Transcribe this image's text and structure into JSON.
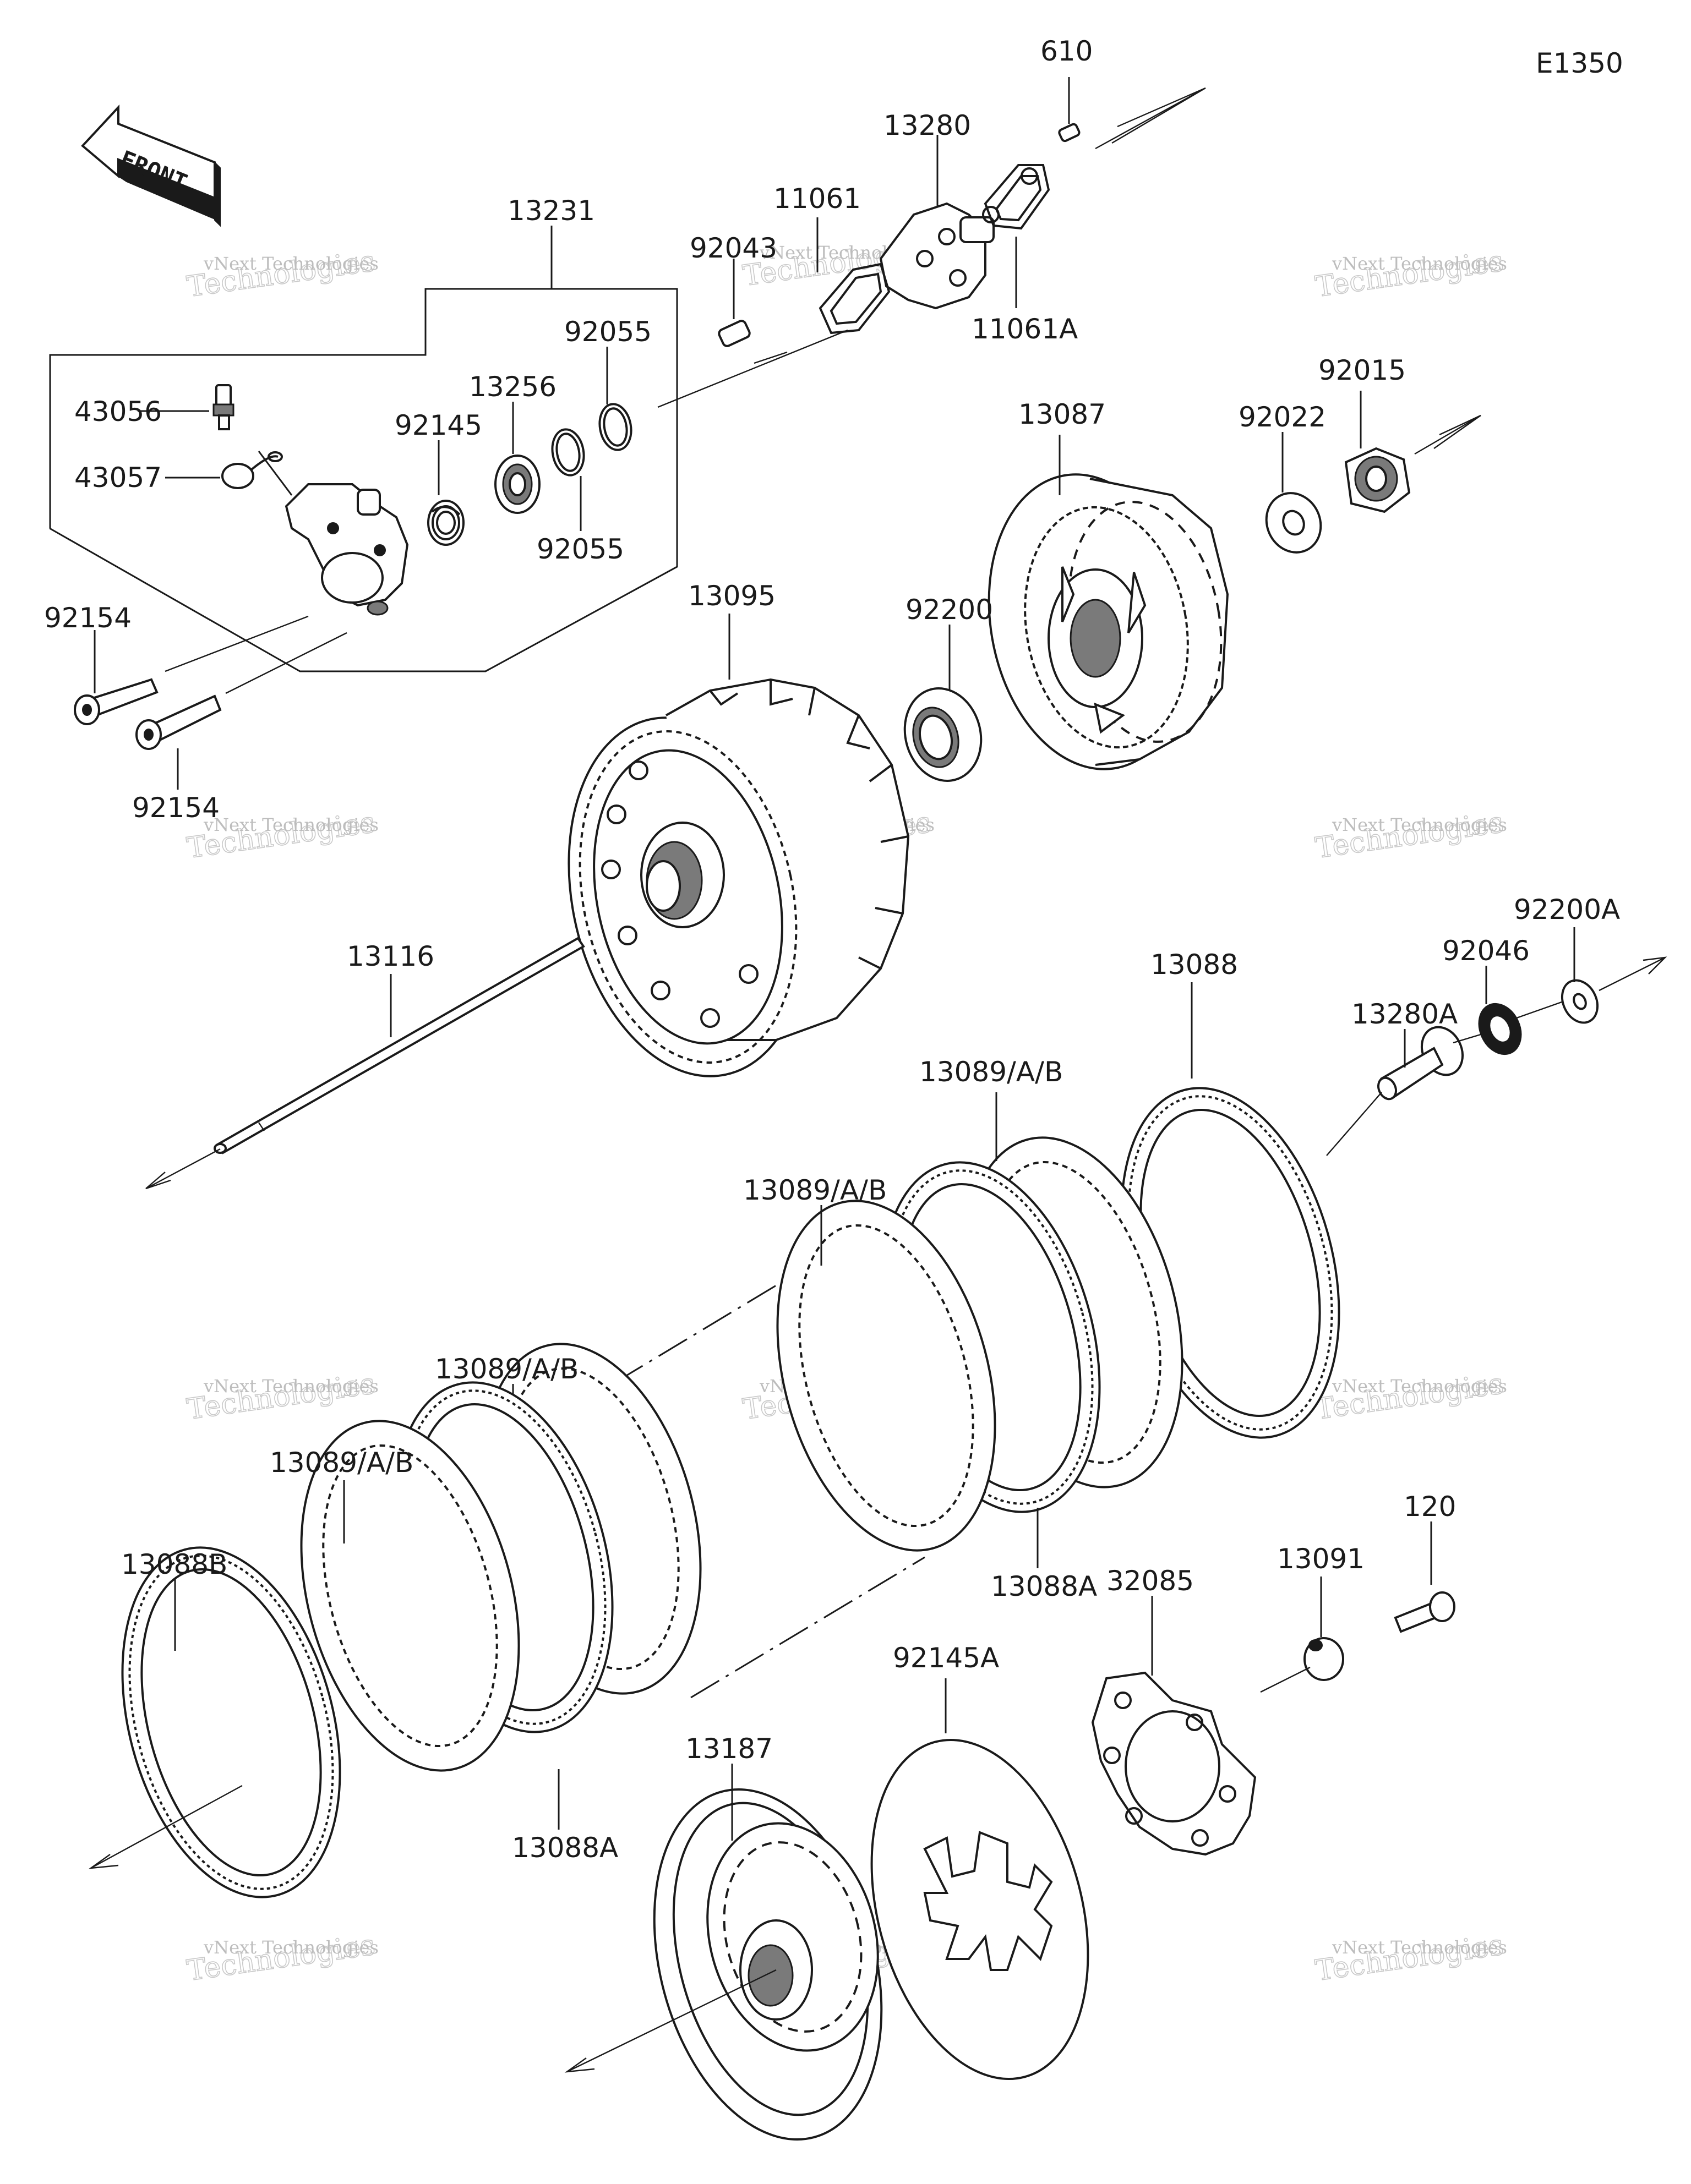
{
  "diagram_code": "E1350",
  "front_label": "FRONT",
  "watermark": {
    "line1": "vNext Technologies",
    "line2": "Technologies",
    "corner": "vNext"
  },
  "labels": {
    "p610": "610",
    "p13280": "13280",
    "p11061": "11061",
    "p92043": "92043",
    "p11061A": "11061A",
    "p13231": "13231",
    "p92055a": "92055",
    "p13256": "13256",
    "p92145": "92145",
    "p92055b": "92055",
    "p43056": "43056",
    "p43057": "43057",
    "p92154a": "92154",
    "p92154b": "92154",
    "p13095": "13095",
    "p92200": "92200",
    "p13087": "13087",
    "p92022": "92022",
    "p92015": "92015",
    "p13116": "13116",
    "p13088": "13088",
    "p92200A": "92200A",
    "p92046": "92046",
    "p13280A": "13280A",
    "p13089a": "13089/A/B",
    "p13089b": "13089/A/B",
    "p13089c": "13089/A/B",
    "p13089d": "13089/A/B",
    "p13088B": "13088B",
    "p13088Aa": "13088A",
    "p13088Ab": "13088A",
    "p120": "120",
    "p13091": "13091",
    "p32085": "32085",
    "p92145A": "92145A",
    "p13187": "13187"
  }
}
